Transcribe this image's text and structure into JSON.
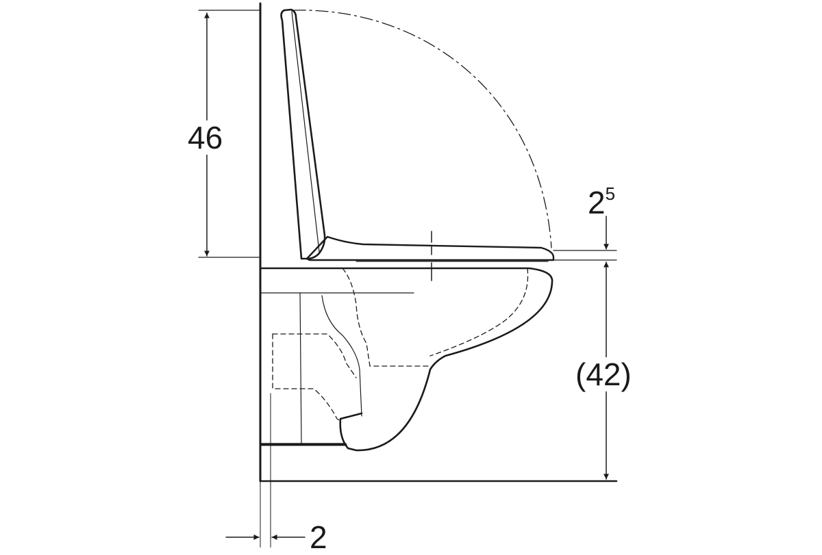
{
  "dimensions": {
    "lid_height": "46",
    "seat_thickness_base": "2",
    "seat_thickness_exponent": "5",
    "seat_height": "(42)",
    "wall_gap": "2"
  },
  "colors": {
    "line": "#1a1a1a",
    "background": "#ffffff"
  }
}
